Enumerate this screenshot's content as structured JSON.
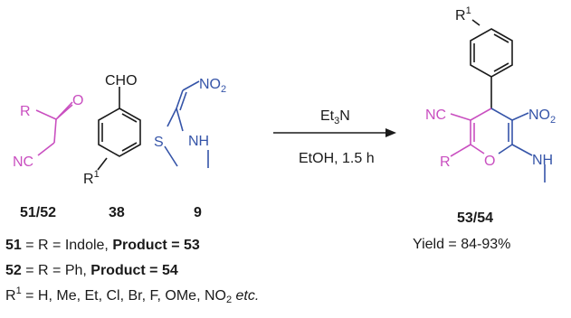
{
  "reactants": {
    "ketonitrile": {
      "r": "R",
      "o": "O",
      "nc": "NC",
      "label": "51/52"
    },
    "aldehyde": {
      "cho": "CHO",
      "r1": "R",
      "r1_sup": "1",
      "label": "38"
    },
    "nitroketene": {
      "no2": "NO",
      "no2_sub": "2",
      "s": "S",
      "nh": "NH",
      "label": "9"
    }
  },
  "conditions": {
    "reagent": "Et",
    "reagent_sub": "3",
    "reagent_end": "N",
    "solvent": "EtOH, 1.5 h"
  },
  "product": {
    "r1": "R",
    "r1_sup": "1",
    "nc": "NC",
    "no2": "NO",
    "no2_sub": "2",
    "r": "R",
    "o": "O",
    "nh": "NH",
    "label": "53/54",
    "yield": "Yield = 84-93%"
  },
  "legend": {
    "line1": {
      "num": "51",
      "text": " = R = Indole, ",
      "product": "Product = 53"
    },
    "line2": {
      "num": "52",
      "text": " = R =  Ph, ",
      "product": "Product = 54"
    },
    "line3": {
      "r": "R",
      "sup": "1",
      "text": " = H, Me, Et, Cl, Br, F, OMe, NO",
      "sub": "2",
      "etc": " etc."
    }
  },
  "colors": {
    "magenta": "#c94fc0",
    "blue": "#3554a8",
    "black": "#1a1a1a"
  }
}
